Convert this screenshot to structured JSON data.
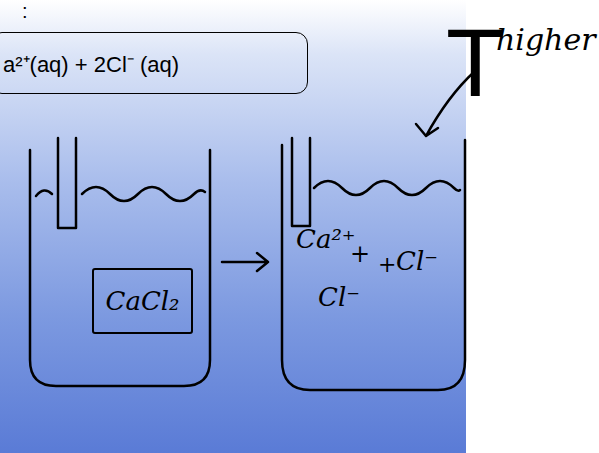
{
  "diagram": {
    "nodes": [
      {
        "text": [
          "a²⁺(aq) + 2Cl⁻ (aq)"
        ]
      },
      {
        "text": [
          "CaCl₂"
        ]
      }
    ],
    "labels": [
      ":",
      "T",
      "higher",
      "Ca²⁺",
      "+",
      "Cl⁻",
      "+",
      "Cl⁻"
    ]
  }
}
